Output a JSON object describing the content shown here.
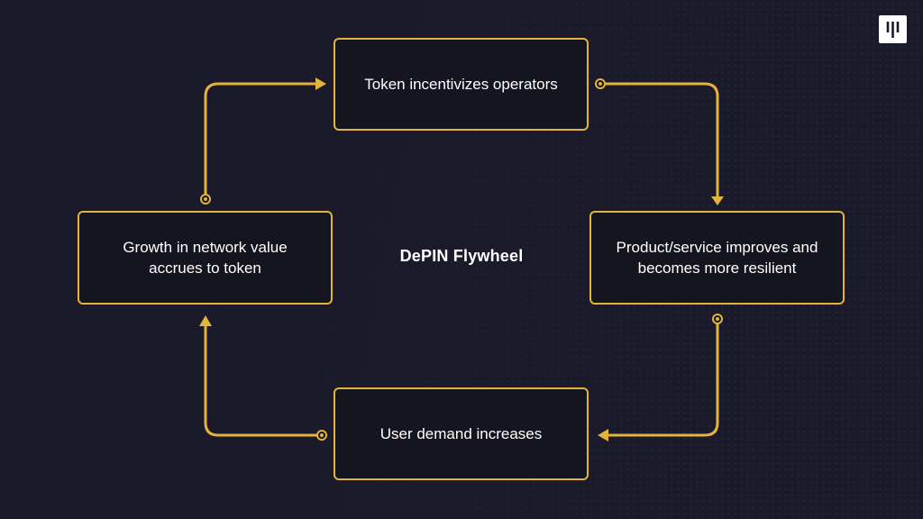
{
  "diagram": {
    "center_title": "DePIN Flywheel",
    "nodes": {
      "top": "Token incentivizes operators",
      "right": "Product/service improves and\nbecomes more resilient",
      "bottom": "User demand increases",
      "left": "Growth in network value\naccrues to token"
    },
    "edges": [
      {
        "from": "top",
        "to": "right"
      },
      {
        "from": "right",
        "to": "bottom"
      },
      {
        "from": "bottom",
        "to": "left"
      },
      {
        "from": "left",
        "to": "top"
      }
    ]
  },
  "colors": {
    "background": "#1b1a2b",
    "accent": "#e3b33c",
    "text": "#ffffff"
  },
  "logo": {
    "icon": "pitchbook-logo-icon"
  }
}
